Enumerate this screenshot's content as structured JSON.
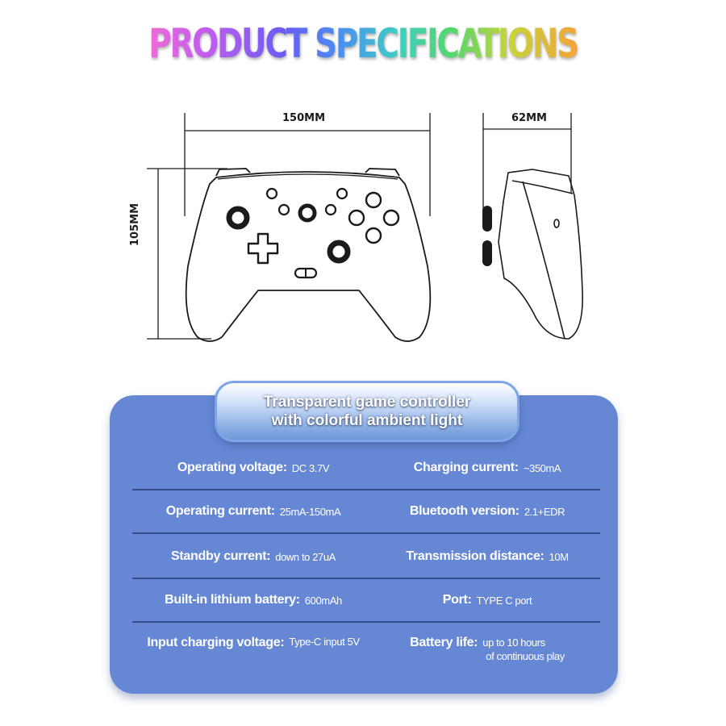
{
  "header": {
    "title": "PRODUCT SPECIFICATIONS"
  },
  "diagram": {
    "front_view": {
      "width_label": "150MM",
      "height_label": "105MM"
    },
    "side_view": {
      "depth_label": "62MM"
    },
    "line_color": "#1a1a1a"
  },
  "spec_card": {
    "badge": {
      "line1": "Transparent game controller",
      "line2": "with colorful ambient light"
    },
    "background_color": "#6688d4",
    "rows": [
      {
        "left": {
          "label": "Operating voltage:",
          "value": "DC 3.7V"
        },
        "right": {
          "label": "Charging current:",
          "value": "~350mA"
        }
      },
      {
        "left": {
          "label": "Operating current:",
          "value": "25mA-150mA"
        },
        "right": {
          "label": "Bluetooth version:",
          "value": "2.1+EDR"
        }
      },
      {
        "left": {
          "label": "Standby current:",
          "value": "down to 27uA"
        },
        "right": {
          "label": "Transmission distance:",
          "value": "10M"
        }
      },
      {
        "left": {
          "label": "Built-in lithium battery:",
          "value": "600mAh"
        },
        "right": {
          "label": "Port:",
          "value": "TYPE C port"
        }
      },
      {
        "left": {
          "label": "Input charging voltage:",
          "value": "Type-C input 5V"
        },
        "right": {
          "label": "Battery life:",
          "value": "up to 10 hours",
          "value_line2": "of continuous play"
        }
      }
    ]
  }
}
